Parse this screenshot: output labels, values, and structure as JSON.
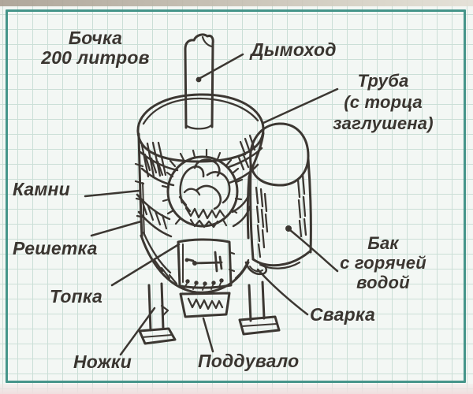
{
  "diagram": {
    "labels": {
      "barrel": "Бочка\n200 литров",
      "chimney": "Дымоход",
      "pipe": "Труба\n(с торца\nзаглушена)",
      "stones": "Камни",
      "grate": "Решетка",
      "firebox": "Топка",
      "legs": "Ножки",
      "ash_pit": "Поддувало",
      "welding": "Сварка",
      "tank": "Бак\nс горячей\nводой"
    },
    "colors": {
      "paper": "#f3f7f4",
      "grid_line": "#cbdfd7",
      "frame": "#45958a",
      "ink": "#3c3732",
      "label_text": "#3a3530"
    }
  }
}
